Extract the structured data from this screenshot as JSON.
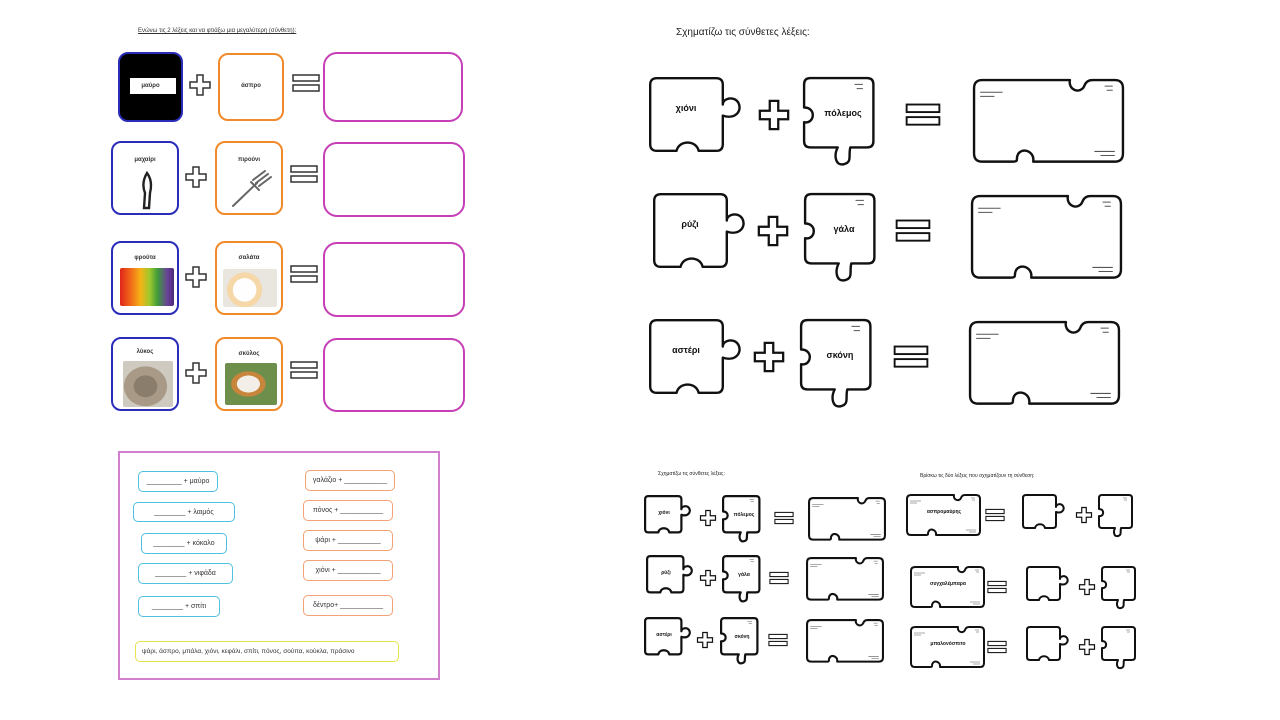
{
  "slide1": {
    "title": "Ενώνω τις 2 λέξεις και να φτιάξω μια μεγαλύτερη (σύνθετη):",
    "rows": [
      {
        "left": "μαύρο",
        "right": "άσπρο"
      },
      {
        "left": "μαχαίρι",
        "right": "πιρούνι"
      },
      {
        "left": "φρούτα",
        "right": "σαλάτα"
      },
      {
        "left": "λύκος",
        "right": "σκύλος"
      }
    ]
  },
  "slide2": {
    "heading": "Σχηματίζω τις σύνθετες λέξεις:",
    "rows": [
      {
        "left": "χιόνι",
        "right": "πόλεμος"
      },
      {
        "left": "ρύζι",
        "right": "γάλα"
      },
      {
        "left": "αστέρι",
        "right": "σκόνη"
      }
    ]
  },
  "slide3": {
    "left_items": [
      "_________ + μαύρο",
      "________ + λαιμός",
      "________ + κόκαλο",
      "________ + νιφάδα",
      "________ + σπίτι"
    ],
    "right_items": [
      "γαλάζιο + ___________",
      "πόνος + ___________",
      "ψάρι + ___________",
      "χιόνι + ___________",
      "δέντρο+ ___________"
    ],
    "word_bank": "ψάρι, άσπρο, μπάλα, χιόνι, κεφάλι, σπίτι, πόνος, σούπα, κούκλα, πράσινο"
  },
  "slide4": {
    "heading_left": "Σχηματίζω τις σύνθετες λέξεις:",
    "heading_right": "Βρίσκω τις δύο λέξεις που σχηματίζουν τη σύνθεση:",
    "left_rows": [
      {
        "left": "χιόνι",
        "right": "πόλεμος"
      },
      {
        "left": "ρύζι",
        "right": "γάλα"
      },
      {
        "left": "αστέρι",
        "right": "σκόνη"
      }
    ],
    "right_rows": [
      "ασπρομαύρης",
      "συγχαλέμπαρα",
      "μπαλονόσπιτο"
    ]
  }
}
